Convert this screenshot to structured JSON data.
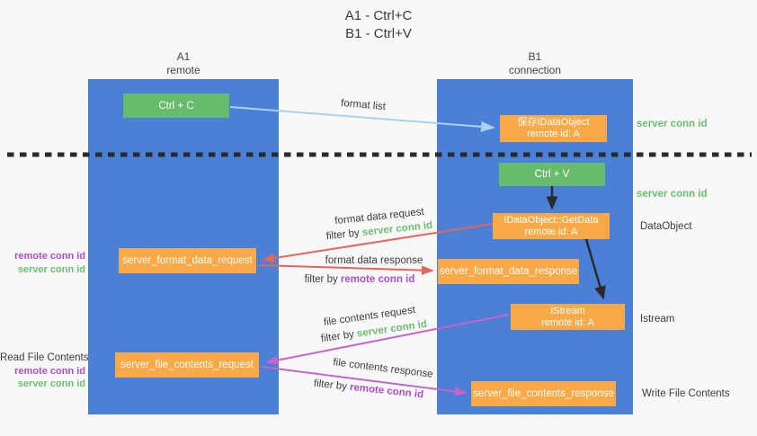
{
  "title": {
    "line1": "A1 - Ctrl+C",
    "line2": "B1 - Ctrl+V"
  },
  "columns": {
    "a1": {
      "id": "A1",
      "role": "remote"
    },
    "b1": {
      "id": "B1",
      "role": "connection"
    }
  },
  "nodes": {
    "ctrl_c": {
      "label": "Ctrl + C"
    },
    "ctrl_v": {
      "label": "Ctrl + V"
    },
    "save_dataobject": {
      "line1": "保存IDataObject",
      "line2": "remote id: A"
    },
    "getdata": {
      "line1": "IDataObject::GetData",
      "line2": "remote id: A"
    },
    "istream": {
      "line1": "IStream",
      "line2": "remote id: A"
    },
    "format_request": {
      "label": "server_format_data_request"
    },
    "format_response": {
      "label": "server_format_data_response"
    },
    "file_request": {
      "label": "server_file_contents_request"
    },
    "file_response": {
      "label": "server_file_contents_response"
    }
  },
  "flow_labels": {
    "format_list": "format list",
    "format_data_request": "format data request",
    "format_data_response": "format data response",
    "file_contents_request": "file contents request",
    "file_contents_response": "file contents response",
    "filter_by": "filter by ",
    "server_conn_id": "server conn id",
    "remote_conn_id": "remote conn id"
  },
  "side_labels": {
    "right_server_conn_top": "server conn id",
    "right_server_conn_mid": "server conn id",
    "dataobject": "DataObject",
    "istream": "Istream",
    "write_file_contents": "Write File Contents",
    "read_file_contents": "Read File Contents",
    "left_remote_conn_top": "remote conn id",
    "left_server_conn_top": "server conn id",
    "left_remote_conn_bottom": "remote conn id",
    "left_server_conn_bottom": "server conn id"
  },
  "colors": {
    "column_blue": "#4a80d5",
    "box_green": "#68ba6c",
    "box_orange": "#f9a948",
    "arrow_light_blue": "#a9d2f0",
    "arrow_black": "#2a2a2a",
    "arrow_red": "#e8635b",
    "arrow_magenta": "#c763c9",
    "text_green": "#6cbd70",
    "text_purple": "#ac4fc6"
  }
}
